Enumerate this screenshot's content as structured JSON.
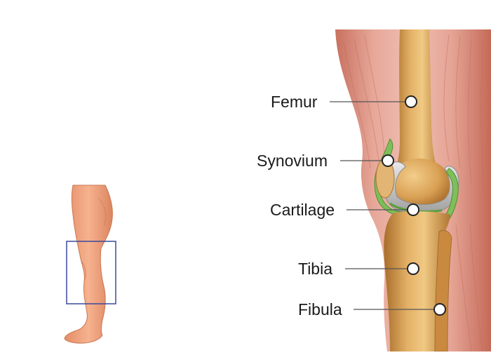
{
  "diagram": {
    "labels": {
      "femur": "Femur",
      "synovium": "Synovium",
      "cartilage": "Cartilage",
      "tibia": "Tibia",
      "fibula": "Fibula"
    },
    "colors": {
      "skin": "#f0a67f",
      "muscle": "#d98c7a",
      "bone": "#d9a55a",
      "cartilage": "#c8c8c8",
      "synovium": "#7fbf5a",
      "locator_box": "#3a4a9a",
      "leader_line": "#555555"
    }
  }
}
